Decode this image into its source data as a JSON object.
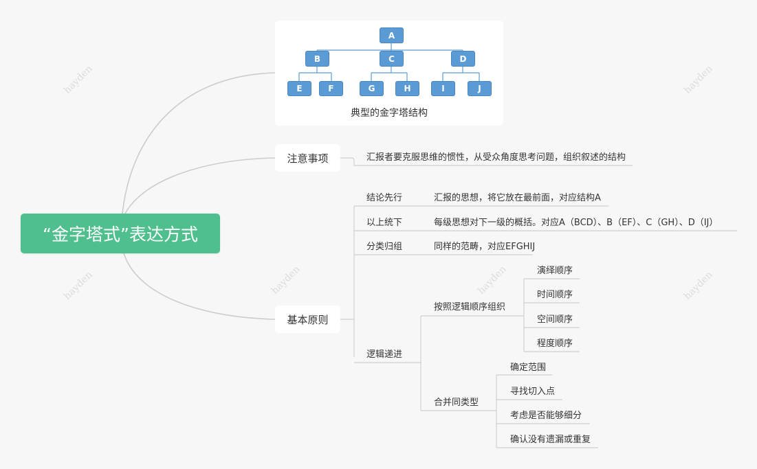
{
  "root": {
    "title": "“金字塔式”表达方式"
  },
  "pyramid": {
    "caption": "典型的金字塔结构",
    "top": "A",
    "middle": [
      "B",
      "C",
      "D"
    ],
    "bottom": [
      [
        "E",
        "F"
      ],
      [
        "G",
        "H"
      ],
      [
        "I",
        "J"
      ]
    ]
  },
  "notes": {
    "label": "注意事项",
    "text": "汇报者要克服思维的惯性，从受众角度思考问题，组织叙述的结构"
  },
  "principles": {
    "label": "基本原则",
    "items": [
      {
        "label": "结论先行",
        "detail": "汇报的思想，将它放在最前面，对应结构A"
      },
      {
        "label": "以上统下",
        "detail": "每级思想对下一级的概括。对应A（BCD）、B（EF）、C（GH）、D（IJ）"
      },
      {
        "label": "分类归组",
        "detail": "同样的范畴，对应EFGHIJ"
      },
      {
        "label": "逻辑递进",
        "children": [
          {
            "label": "按照逻辑顺序组织",
            "items": [
              "演绎顺序",
              "时间顺序",
              "空间顺序",
              "程度顺序"
            ]
          },
          {
            "label": "合并同类型",
            "items": [
              "确定范围",
              "寻找切入点",
              "考虑是否能够细分",
              "确认没有遗漏或重复"
            ]
          }
        ]
      }
    ]
  },
  "watermark": "hayden",
  "colors": {
    "root": "#4fc08d",
    "pyramid_box": "#5b9bd5",
    "connector": "#cccccc",
    "background": "#f7f7f7"
  }
}
